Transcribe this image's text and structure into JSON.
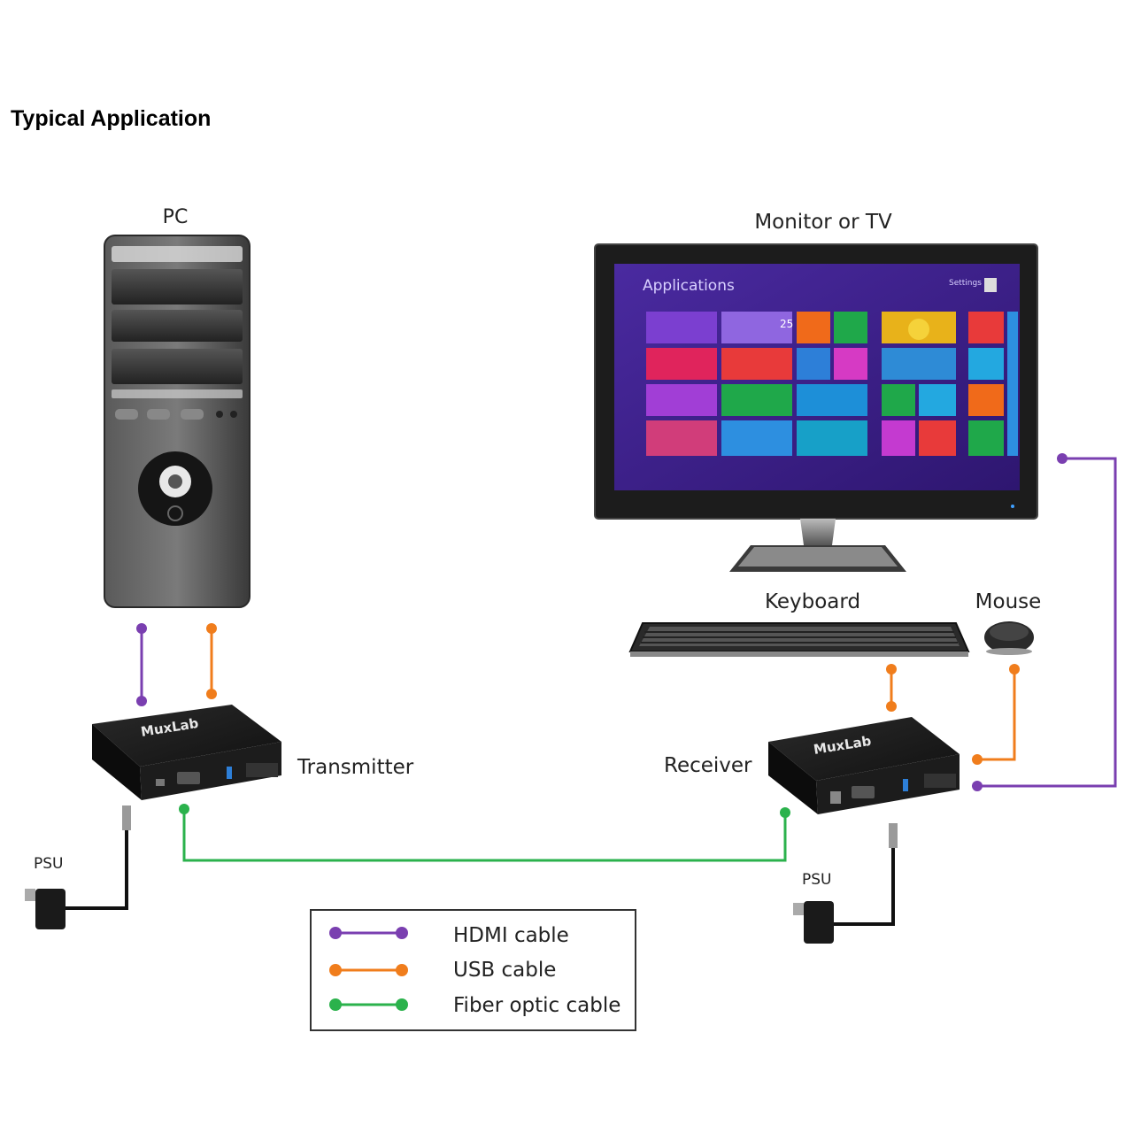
{
  "page": {
    "title": "Typical Application"
  },
  "labels": {
    "pc": "PC",
    "monitor": "Monitor or TV",
    "keyboard": "Keyboard",
    "mouse": "Mouse",
    "transmitter": "Transmitter",
    "receiver": "Receiver",
    "psu_left": "PSU",
    "psu_right": "PSU"
  },
  "device_branding": {
    "transmitter_logo": "MuxLab",
    "receiver_logo": "MuxLab"
  },
  "screen": {
    "title": "Applications",
    "settings_label": "Settings",
    "tile_number": "25"
  },
  "legend": {
    "items": [
      {
        "label": "HDMI cable",
        "color": "#7a3fb0"
      },
      {
        "label": "USB cable",
        "color": "#f07d1c"
      },
      {
        "label": "Fiber optic cable",
        "color": "#2bb24c"
      }
    ]
  },
  "colors": {
    "hdmi": "#7a3fb0",
    "usb": "#f07d1c",
    "fiber": "#2bb24c",
    "device_body": "#1a1a1a",
    "screen_bg": "#3a1f8c"
  }
}
